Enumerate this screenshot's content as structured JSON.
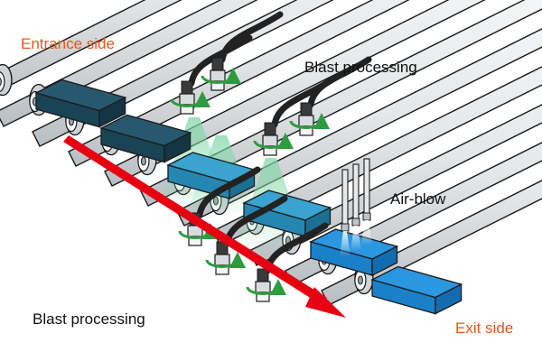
{
  "labels": {
    "entrance_side": "Entrance side",
    "blast_processing_top": "Blast processing",
    "air_blow": "Air-blow",
    "blast_processing_bottom": "Blast processing",
    "exit_side": "Exit side"
  },
  "colors": {
    "label_orange": "#e8551e",
    "label_dark": "#111111",
    "arrow_red": "#e60012",
    "rotation_arrow_green": "#2e9b3e",
    "spray_cone_green": "#7fd7a6",
    "workpiece_unprocessed": "#1e4b5e",
    "workpiece_processing": "#2e98c8",
    "workpiece_processed": "#1a8ad8",
    "roller_light": "#ffffff",
    "roller_shade": "#cfd3d6",
    "outline": "#1b1b1b"
  },
  "icons": {
    "blast_gun": "blast-nozzle-icon",
    "air_nozzle": "air-nozzle-icon",
    "rotation": "rotation-arrow-icon",
    "flow": "flow-arrow-icon"
  }
}
